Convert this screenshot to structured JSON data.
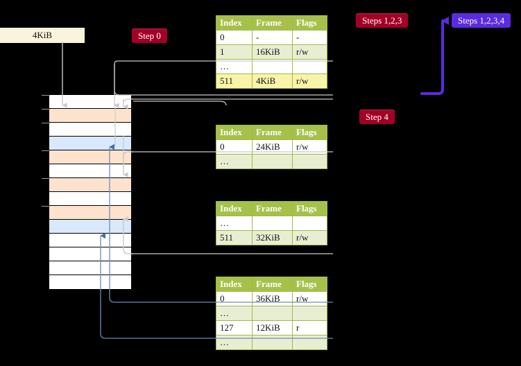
{
  "labels": {
    "step0": "Step 0",
    "step4": "Step 4",
    "steps123": "Steps 1,2,3",
    "steps1234": "Steps 1,2,3,4",
    "kib_box": "4KiB"
  },
  "colors": {
    "badge_red": "#A20025",
    "badge_blue": "#5B2BE0",
    "table_header": "#A5C14A",
    "table_border": "#A0B84A",
    "row_alt": "#E8EED2",
    "row_highlight": "#F8F4A8",
    "mem_orange": "#FDE3CE",
    "mem_blue": "#DAE8FC",
    "kib_box_bg": "#FBF4DC",
    "wire_gray": "#9a9a9a",
    "wire_blue": "#6D8CB8"
  },
  "tables": [
    {
      "id": "pml4",
      "headers": [
        "Index",
        "Frame",
        "Flags"
      ],
      "rows": [
        {
          "cells": [
            "0",
            "-",
            "-"
          ],
          "style": "plain"
        },
        {
          "cells": [
            "1",
            "16KiB",
            "r/w"
          ],
          "style": "alt"
        },
        {
          "cells": [
            "…",
            "",
            ""
          ],
          "style": "plain"
        },
        {
          "cells": [
            "511",
            "4KiB",
            "r/w"
          ],
          "style": "highlight"
        }
      ]
    },
    {
      "id": "pdpt",
      "headers": [
        "Index",
        "Frame",
        "Flags"
      ],
      "rows": [
        {
          "cells": [
            "0",
            "24KiB",
            "r/w"
          ],
          "style": "plain"
        },
        {
          "cells": [
            "…",
            "",
            ""
          ],
          "style": "alt"
        }
      ]
    },
    {
      "id": "pd",
      "headers": [
        "Index",
        "Frame",
        "Flags"
      ],
      "rows": [
        {
          "cells": [
            "…",
            "",
            ""
          ],
          "style": "plain"
        },
        {
          "cells": [
            "511",
            "32KiB",
            "r/w"
          ],
          "style": "alt"
        }
      ]
    },
    {
      "id": "pt",
      "headers": [
        "Index",
        "Frame",
        "Flags"
      ],
      "rows": [
        {
          "cells": [
            "0",
            "36KiB",
            "r/w"
          ],
          "style": "plain"
        },
        {
          "cells": [
            "…",
            "",
            ""
          ],
          "style": "alt"
        },
        {
          "cells": [
            "127",
            "12KiB",
            "r"
          ],
          "style": "plain"
        },
        {
          "cells": [
            "…",
            "",
            ""
          ],
          "style": "alt"
        }
      ]
    }
  ],
  "memory": {
    "rows": [
      {
        "fill": "white"
      },
      {
        "fill": "orange"
      },
      {
        "fill": "white"
      },
      {
        "fill": "blue"
      },
      {
        "fill": "orange"
      },
      {
        "fill": "white"
      },
      {
        "fill": "orange"
      },
      {
        "fill": "white"
      },
      {
        "fill": "orange"
      },
      {
        "fill": "blue"
      },
      {
        "fill": "white"
      },
      {
        "fill": "white"
      },
      {
        "fill": "white"
      },
      {
        "fill": "white"
      }
    ]
  }
}
